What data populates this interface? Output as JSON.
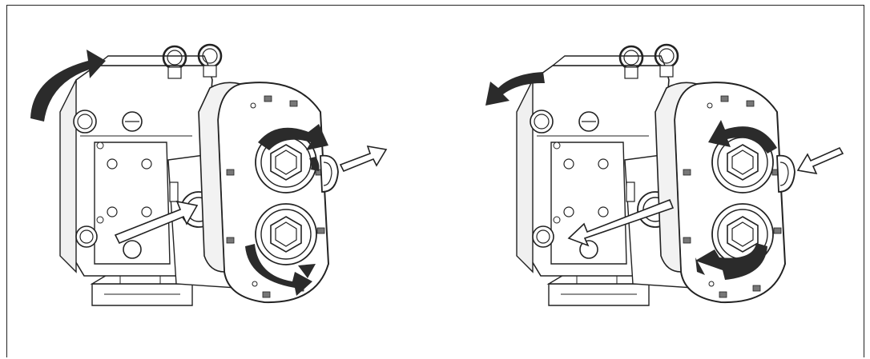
{
  "diagram": {
    "panels": [
      {
        "id": "left",
        "flow_direction": "in-left-out-right",
        "rotation": "clockwise-top",
        "colors": {
          "line": "#222222",
          "fill": "#ffffff",
          "shade": "#e9e9e9",
          "arrow_dark": "#2b2b2b"
        }
      },
      {
        "id": "right",
        "flow_direction": "in-right-out-left",
        "rotation": "counter-clockwise-top",
        "colors": {
          "line": "#222222",
          "fill": "#ffffff",
          "shade": "#e9e9e9",
          "arrow_dark": "#2b2b2b"
        }
      }
    ],
    "icons": [
      "lobe-pump-illustration",
      "rotation-arrow",
      "flow-arrow",
      "lifting-eye"
    ]
  }
}
